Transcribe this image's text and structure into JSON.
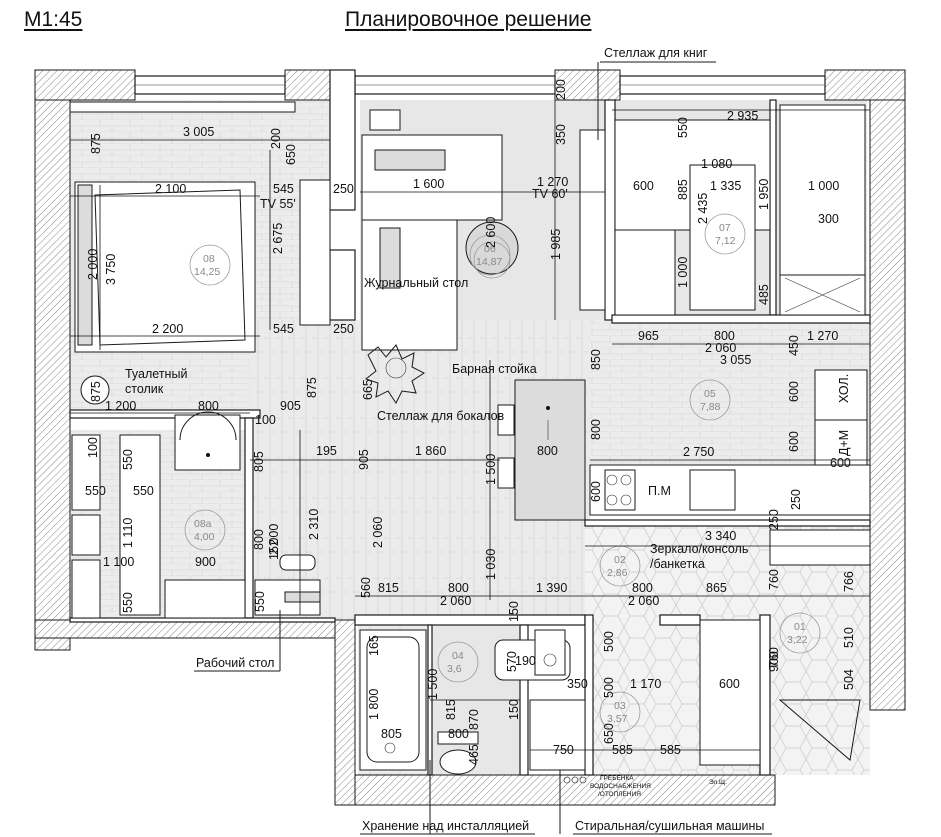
{
  "header": {
    "scale": "M1:45",
    "title": "Планировочное решение"
  },
  "labels": {
    "bookshelf": "Стеллаж для книг",
    "coffee_table": "Журнальный стол",
    "bar_counter": "Барная стойка",
    "glass_rack": "Стеллаж для бокалов",
    "dressing_table_1": "Туалетный",
    "dressing_table_2": "столик",
    "mirror_1": "Зеркало/консоль",
    "mirror_2": "/банкетка",
    "desk": "Рабочий стол",
    "storage_install": "Хранение над инсталляцией",
    "washer": "Стиральная/сушильная машины",
    "tv55": "TV 55'",
    "tv60": "TV 60'",
    "pm": "П.М",
    "hol": "ХОЛ.",
    "dm": "Д+М",
    "elsh": "Эл.Щ.",
    "comb_1": "ГРЕБЕНКА",
    "comb_2": "ВОДОСНАБЖЕНИЯ",
    "comb_3": "/ОТОПЛЕНИЯ"
  },
  "rooms": [
    {
      "num": "08",
      "area": "14,25"
    },
    {
      "num": "06",
      "area": "14,87"
    },
    {
      "num": "07",
      "area": "7,12"
    },
    {
      "num": "05",
      "area": "7,88"
    },
    {
      "num": "08а",
      "area": "4,00"
    },
    {
      "num": "02",
      "area": "2,86"
    },
    {
      "num": "01",
      "area": "3,22"
    },
    {
      "num": "04",
      "area": "3,6"
    },
    {
      "num": "03",
      "area": "3,57"
    }
  ],
  "dims": {
    "d875a": "875",
    "d3005": "3 005",
    "d200a": "200",
    "d650": "650",
    "d2100": "2 100",
    "d545a": "545",
    "d250a": "250",
    "d2675": "2 675",
    "d2000a": "2 000",
    "d3750": "3 750",
    "d2200": "2 200",
    "d545b": "545",
    "d250b": "250",
    "d875b": "875",
    "d1200": "1 200",
    "d800a": "800",
    "d100a": "100",
    "d905a": "905",
    "d875c": "875",
    "d665": "665",
    "d100b": "100",
    "d550a": "550",
    "d550b": "550",
    "d550c": "550",
    "d1110": "1 110",
    "d1100": "1 100",
    "d900a": "900",
    "d550d": "550",
    "d805a": "805",
    "d195": "195",
    "d905b": "905",
    "d1860": "1 860",
    "d800b": "800",
    "d2000b": "2 000",
    "d152": "152",
    "d2310": "2 310",
    "d550e": "550",
    "d2060a": "2 060",
    "d560": "560",
    "d1600": "1 600",
    "d1270a": "1 270",
    "d200b": "200",
    "d350a": "350",
    "d2600": "2 600",
    "d1985": "1 985",
    "d850": "850",
    "d800c": "800",
    "d1500a": "1 500",
    "d1030": "1 030",
    "d815a": "815",
    "d800d": "800",
    "d1390": "1 390",
    "d2060b": "2 060",
    "d2935": "2 935",
    "d550f": "550",
    "d1080": "1 080",
    "d600a": "600",
    "d885": "885",
    "d1335": "1 335",
    "d1950": "1 950",
    "d1000a": "1 000",
    "d2435": "2 435",
    "d300": "300",
    "d1000b": "1 000",
    "d485": "485",
    "d965": "965",
    "d800e": "800",
    "d450": "450",
    "d1270b": "1 270",
    "d2060c": "2 060",
    "d3055": "3 055",
    "d600b": "600",
    "d600c": "600",
    "d2750": "2 750",
    "d600d": "600",
    "d600e": "600",
    "d250c": "250",
    "d3340": "3 340",
    "d250d": "250",
    "d760a": "760",
    "d766": "766",
    "d800f": "800",
    "d865": "865",
    "d2060d": "2 060",
    "d760b": "760",
    "d510": "510",
    "d504": "504",
    "d165": "165",
    "d570": "570",
    "d190": "190",
    "d1500b": "1 500",
    "d1800": "1 800",
    "d805b": "805",
    "d815b": "815",
    "d870": "870",
    "d800g": "800",
    "d150a": "150",
    "d150b": "150",
    "d465": "465",
    "d350b": "350",
    "d500a": "500",
    "d1170": "1 170",
    "d600f": "600",
    "d500b": "500",
    "d900b": "900",
    "d750": "750",
    "d650b": "650",
    "d585a": "585",
    "d585b": "585"
  }
}
